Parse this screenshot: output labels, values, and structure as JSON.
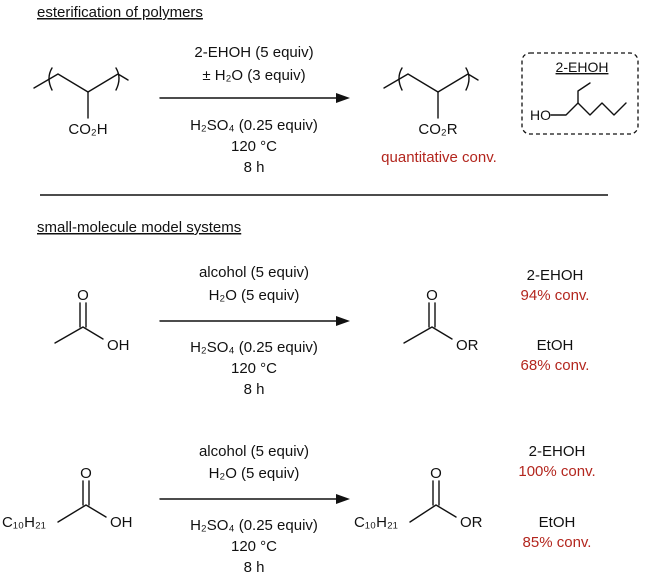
{
  "colors": {
    "ink": "#111111",
    "accent": "#b3261e"
  },
  "section_polymers": {
    "heading": "esterification of polymers",
    "reactant_group": "CO₂H",
    "product_group": "CO₂R",
    "conditions_above": [
      "2-EHOH (5 equiv)",
      "± H₂O (3 equiv)"
    ],
    "conditions_below": [
      "H₂SO₄ (0.25 equiv)",
      "120 °C",
      "8 h"
    ],
    "result": "quantitative conv.",
    "inset_title": "2-EHOH",
    "inset_group": "HO"
  },
  "section_models": {
    "heading": "small-molecule model systems",
    "acetic": {
      "carbonyl_o": "O",
      "reactant_group": "OH",
      "product_group": "OR",
      "conditions_above": [
        "alcohol (5 equiv)",
        "H₂O (5 equiv)"
      ],
      "conditions_below": [
        "H₂SO₄ (0.25 equiv)",
        "120 °C",
        "8 h"
      ],
      "results": [
        {
          "alcohol": "2-EHOH",
          "conversion": "94% conv."
        },
        {
          "alcohol": "EtOH",
          "conversion": "68% conv."
        }
      ]
    },
    "lauric": {
      "carbonyl_o": "O",
      "chain": "C₁₀H₂₁",
      "reactant_group": "OH",
      "product_group": "OR",
      "conditions_above": [
        "alcohol (5 equiv)",
        "H₂O (5 equiv)"
      ],
      "conditions_below": [
        "H₂SO₄ (0.25 equiv)",
        "120 °C",
        "8 h"
      ],
      "results": [
        {
          "alcohol": "2-EHOH",
          "conversion": "100% conv."
        },
        {
          "alcohol": "EtOH",
          "conversion": "85% conv."
        }
      ]
    }
  }
}
